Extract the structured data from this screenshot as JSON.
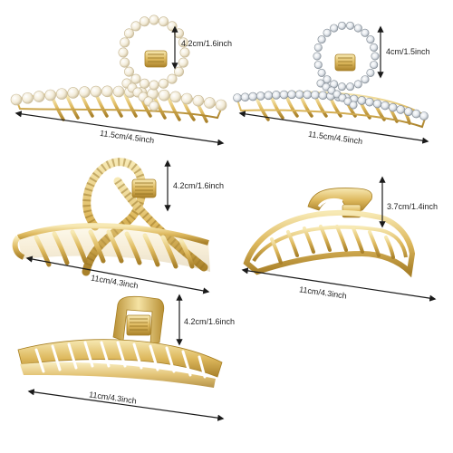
{
  "colors": {
    "gold_light": "#f6e7ae",
    "gold_mid": "#dcb55a",
    "gold_dark": "#a77f22",
    "pearl": "#f8f3e6",
    "pearl_shade": "#d9ccb0",
    "rhinestone": "#eef1f4",
    "rhinestone_shade": "#9aa3ad",
    "arrow": "#1a1a1a",
    "background": "#ffffff"
  },
  "clips": [
    {
      "id": "pearl-clip",
      "finish": "pearl",
      "height_label": "4.2cm/1.6inch",
      "width_label": "11.5cm/4.5inch"
    },
    {
      "id": "rhinestone-clip",
      "finish": "rhinestone",
      "height_label": "4cm/1.5inch",
      "width_label": "11.5cm/4.5inch"
    },
    {
      "id": "twisted-gold-clip",
      "finish": "twisted gold",
      "height_label": "4.2cm/1.6inch",
      "width_label": "11cm/4.3inch"
    },
    {
      "id": "half-moon-clip",
      "finish": "polished gold",
      "height_label": "3.7cm/1.4inch",
      "width_label": "11cm/4.3inch"
    },
    {
      "id": "banana-clip",
      "finish": "polished gold",
      "height_label": "4.2cm/1.6inch",
      "width_label": "11cm/4.3inch"
    }
  ]
}
